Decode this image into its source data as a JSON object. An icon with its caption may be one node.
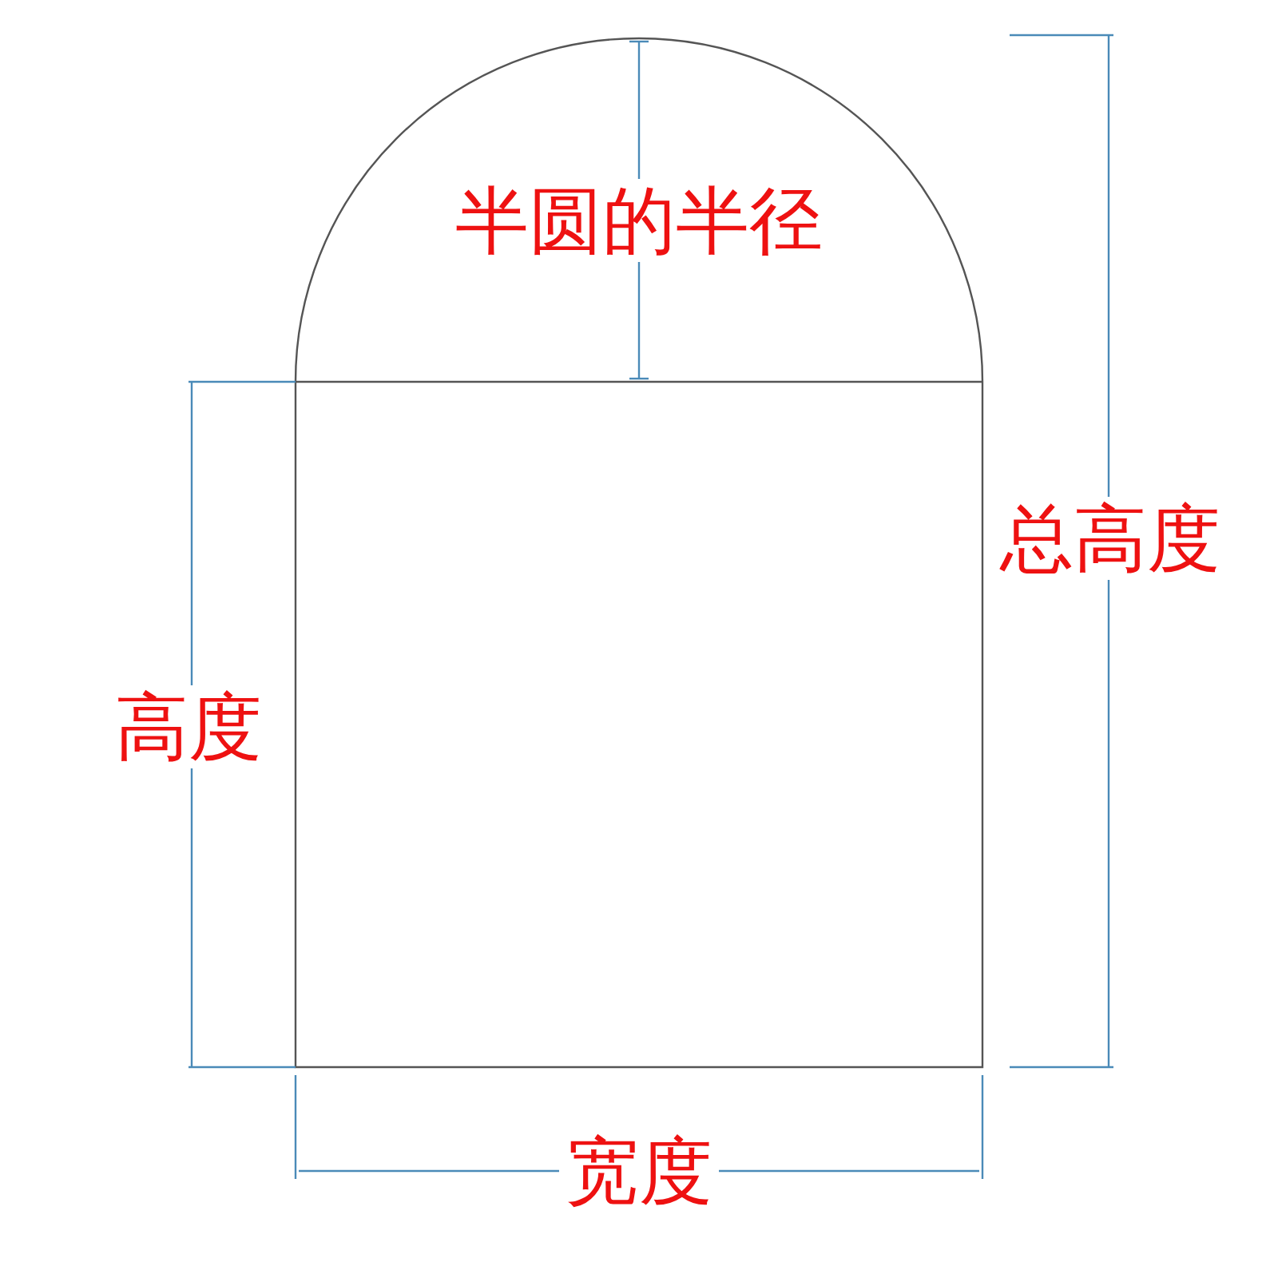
{
  "diagram": {
    "labels": [
      "半圆的半径",
      "总高度",
      "高度",
      "宽度"
    ]
  }
}
